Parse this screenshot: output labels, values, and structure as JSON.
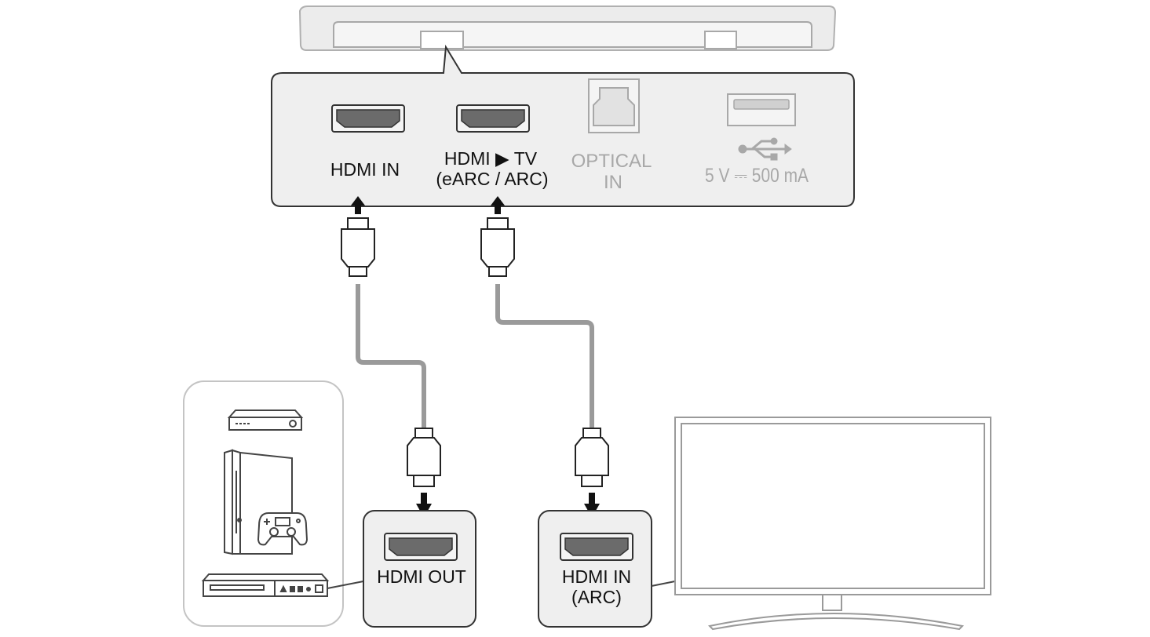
{
  "soundbar_panel": {
    "hdmi_in_label": "HDMI IN",
    "hdmi_tv_label_line1": "HDMI ▶ TV",
    "hdmi_tv_label_line2": "(eARC / ARC)",
    "optical_label_line1": "OPTICAL",
    "optical_label_line2": "IN",
    "usb_rating": "5 V ⎓ 500 mA"
  },
  "source_device": {
    "port_label": "HDMI OUT"
  },
  "tv": {
    "port_label_line1": "HDMI IN",
    "port_label_line2": "(ARC)"
  },
  "icons": [
    "soundbar-icon",
    "hdmi-port-icon",
    "optical-port-icon",
    "usb-port-icon",
    "usb-symbol-icon",
    "hdmi-plug-icon",
    "arrow-up-icon",
    "arrow-down-icon",
    "set-top-box-icon",
    "game-console-icon",
    "gamepad-icon",
    "blu-ray-player-icon",
    "tv-icon"
  ],
  "colors": {
    "panel_fill": "#efefef",
    "outline": "#333333",
    "cable": "#9a9a9a",
    "inactive": "#a8a8a8",
    "port_fill": "#6b6b6b"
  }
}
